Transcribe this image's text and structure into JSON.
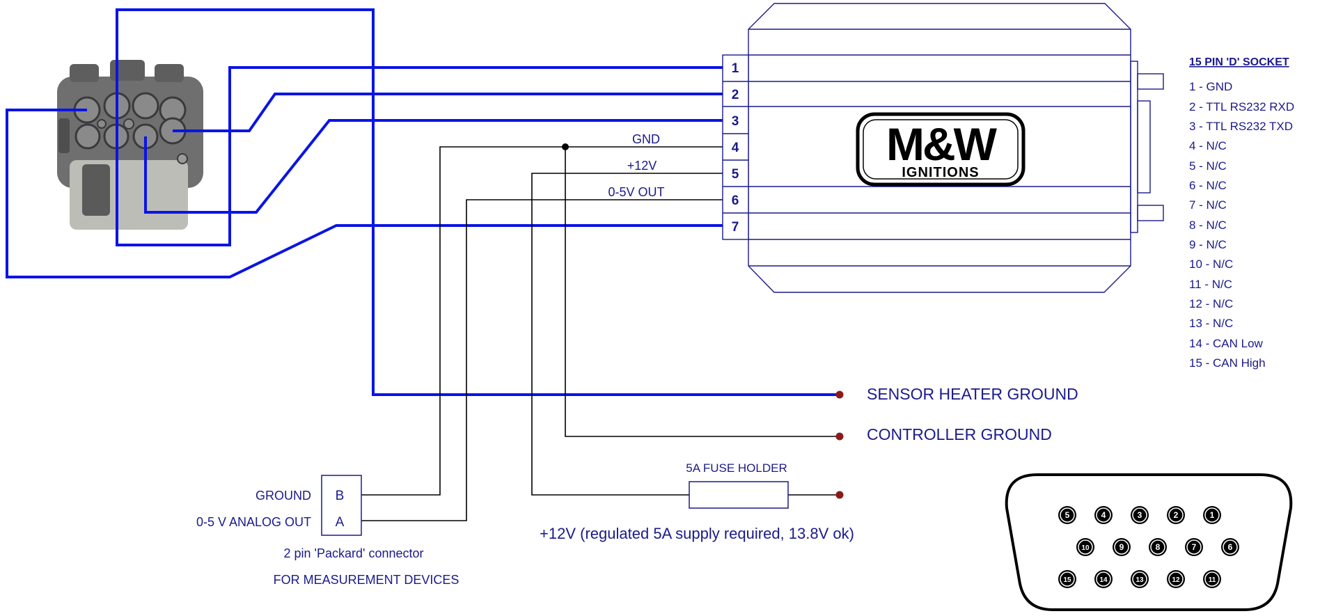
{
  "colors": {
    "wire_blue": "#0a14e6",
    "line_navy": "#1a1a8c",
    "wire_black": "#000000",
    "terminal_red": "#8b1a1a",
    "connector_gray": "#6f6f6f",
    "text_navy": "#1a1a8c"
  },
  "controller": {
    "logo_top": "M&W",
    "logo_bottom": "IGNITIONS",
    "pins": [
      {
        "num": "1",
        "label": ""
      },
      {
        "num": "2",
        "label": ""
      },
      {
        "num": "3",
        "label": ""
      },
      {
        "num": "4",
        "label": "GND"
      },
      {
        "num": "5",
        "label": "+12V"
      },
      {
        "num": "6",
        "label": "0-5V OUT"
      },
      {
        "num": "7",
        "label": ""
      }
    ]
  },
  "socket_list": {
    "title": "15 PIN 'D' SOCKET",
    "items": [
      "1 -  GND",
      "2 -  TTL RS232 RXD",
      "3 -  TTL RS232 TXD",
      "4 -  N/C",
      "5 -  N/C",
      "6 -  N/C",
      "7 -  N/C",
      "8 -  N/C",
      "9 -  N/C",
      "10 -  N/C",
      "11 -  N/C",
      "12 -  N/C",
      "13 -  N/C",
      "14 -  CAN Low",
      "15 -  CAN High"
    ]
  },
  "terminals": {
    "sensor_heater_ground": "SENSOR HEATER GROUND",
    "controller_ground": "CONTROLLER GROUND",
    "fuse_label": "5A FUSE HOLDER",
    "supply_note": "+12V (regulated 5A supply required, 13.8V ok)"
  },
  "packard": {
    "pin_b_code": "B",
    "pin_a_code": "A",
    "pin_b_label": "GROUND",
    "pin_a_label": "0-5 V ANALOG OUT",
    "caption": "2 pin 'Packard' connector",
    "caption2": "FOR MEASUREMENT DEVICES"
  },
  "dsub": {
    "row1": [
      "5",
      "4",
      "3",
      "2",
      "1"
    ],
    "row2": [
      "10",
      "9",
      "8",
      "7",
      "6"
    ],
    "row3": [
      "15",
      "14",
      "13",
      "12",
      "11"
    ]
  }
}
